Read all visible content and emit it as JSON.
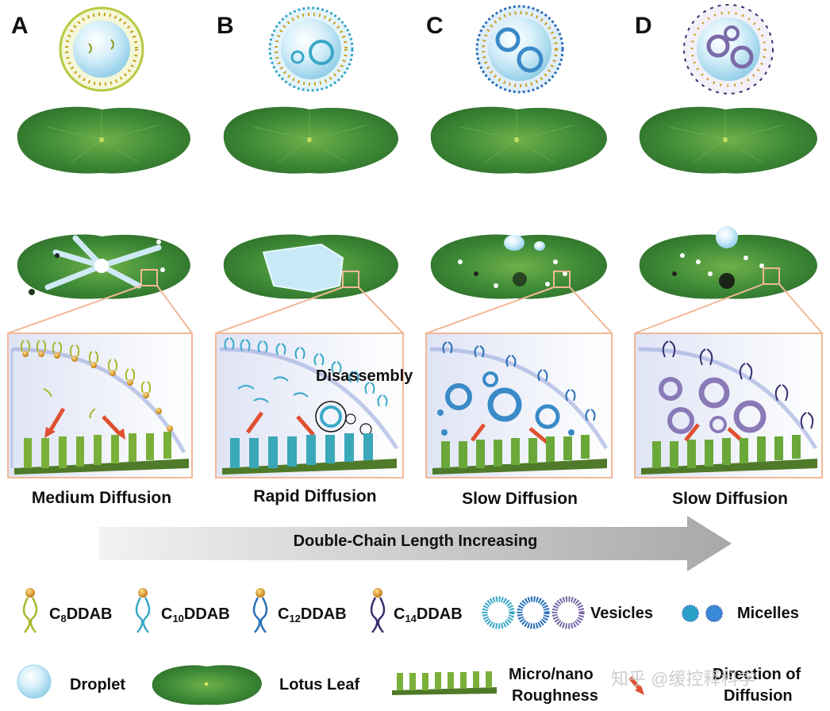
{
  "panels": [
    {
      "letter": "A",
      "caption": "Medium Diffusion"
    },
    {
      "letter": "B",
      "caption": "Rapid Diffusion",
      "annotation": "Disassembly"
    },
    {
      "letter": "C",
      "caption": "Slow Diffusion"
    },
    {
      "letter": "D",
      "caption": "Slow Diffusion"
    }
  ],
  "arrow_label": "Double-Chain Length Increasing",
  "legend": {
    "c8": {
      "main": "C",
      "sub": "8",
      "rest": "DDAB"
    },
    "c10": {
      "main": "C",
      "sub": "10",
      "rest": "DDAB"
    },
    "c12": {
      "main": "C",
      "sub": "12",
      "rest": "DDAB"
    },
    "c14": {
      "main": "C",
      "sub": "14",
      "rest": "DDAB"
    },
    "vesicles": "Vesicles",
    "micelles": "Micelles",
    "droplet": "Droplet",
    "lotus_leaf": "Lotus Leaf",
    "roughness_line1": "Micro/nano",
    "roughness_line2": "Roughness",
    "direction_line1": "Direction of",
    "direction_line2": "Diffusion"
  },
  "watermark": "知乎 @缓控释科学",
  "colors": {
    "c8": "#a8b82a",
    "c10": "#3aa8c8",
    "c12": "#2a70b8",
    "c14": "#3a3070",
    "leaf": "#3f8f3a",
    "head": "#e0a020",
    "arrow_red": "#e05030"
  }
}
